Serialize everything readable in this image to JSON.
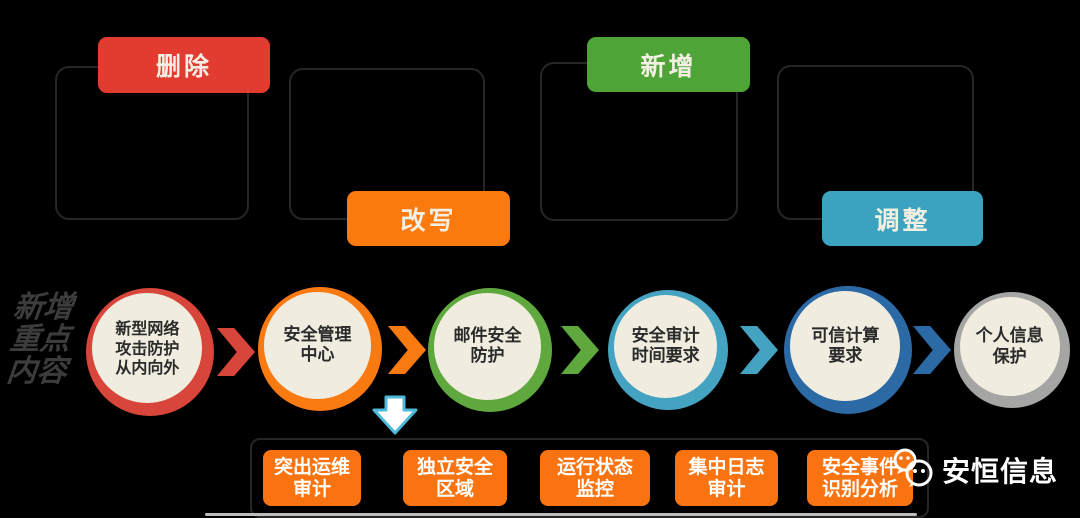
{
  "canvas": {
    "background": "#000000"
  },
  "legend": {
    "tags": [
      {
        "label": "删除",
        "color": "#e23b30"
      },
      {
        "label": "改写",
        "color": "#fb7a10"
      },
      {
        "label": "新增",
        "color": "#4fa437"
      },
      {
        "label": "调整",
        "color": "#3ba3bf"
      }
    ]
  },
  "side_label": {
    "lines": [
      "新增",
      "重点",
      "内容"
    ],
    "color": "#3c3c3c"
  },
  "flow": {
    "steps": [
      {
        "lines": [
          "新型网络",
          "攻击防护",
          "从内向外"
        ],
        "ring_color": "#d8453a"
      },
      {
        "lines": [
          "安全管理",
          "中心"
        ],
        "ring_color": "#f97a10"
      },
      {
        "lines": [
          "邮件安全",
          "防护"
        ],
        "ring_color": "#5fa83e"
      },
      {
        "lines": [
          "安全审计",
          "时间要求"
        ],
        "ring_color": "#45a3c2"
      },
      {
        "lines": [
          "可信计算",
          "要求"
        ],
        "ring_color": "#2c6aa6"
      },
      {
        "lines": [
          "个人信息",
          "保护"
        ],
        "ring_color": "#a5a5a3"
      }
    ],
    "arrow_colors": [
      "#d8453a",
      "#f97a10",
      "#5fa83e",
      "#45a3c2",
      "#2c6aa6"
    ],
    "inner_circle_color": "#f0ecdf"
  },
  "details": {
    "box_color": "#f97410",
    "items": [
      {
        "lines": [
          "突出运维",
          "审计"
        ]
      },
      {
        "lines": [
          "独立安全",
          "区域"
        ]
      },
      {
        "lines": [
          "运行状态",
          "监控"
        ]
      },
      {
        "lines": [
          "集中日志",
          "审计"
        ]
      },
      {
        "lines": [
          "安全事件",
          "识别分析"
        ]
      }
    ]
  },
  "footer": {
    "brand": "安恒信息"
  }
}
